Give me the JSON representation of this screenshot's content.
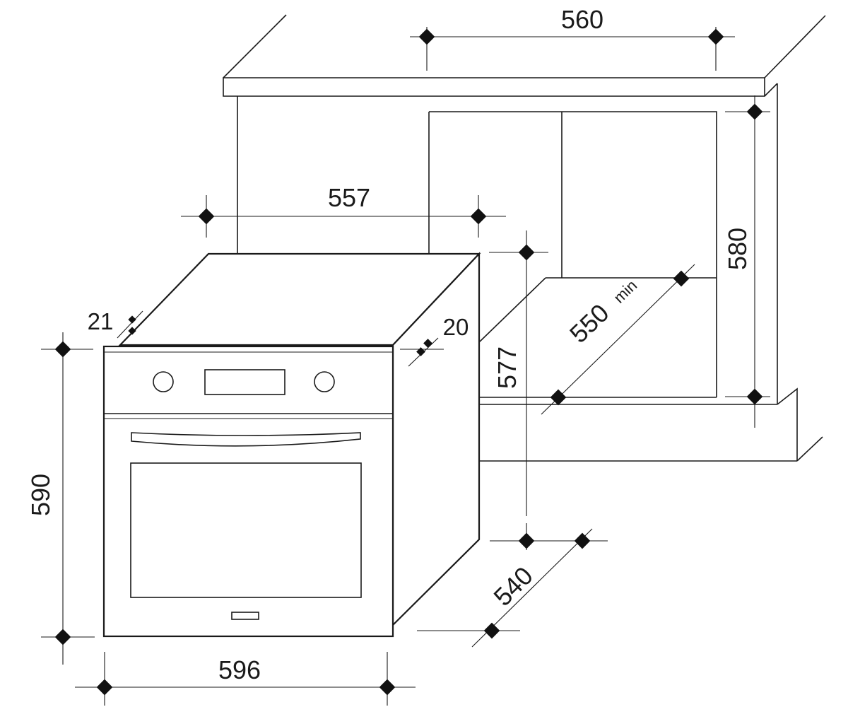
{
  "diagram": {
    "units": "mm",
    "oven": {
      "width": "596",
      "height": "590",
      "depth": "540",
      "top_offset": "21",
      "side_offset": "20"
    },
    "cabinet": {
      "top_width": "560",
      "inner_width": "557",
      "inner_height": "580",
      "opening_height": "577",
      "min_depth": "550",
      "min_depth_note": "min"
    }
  }
}
